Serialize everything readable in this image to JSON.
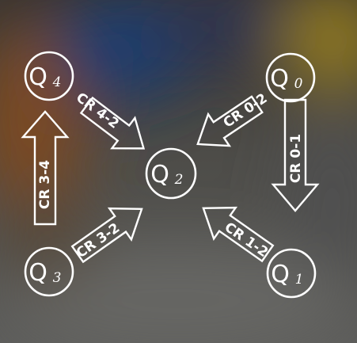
{
  "nodes": [
    {
      "id": "Q4",
      "main": "Q",
      "sub": "4"
    },
    {
      "id": "Q0",
      "main": "Q",
      "sub": "0"
    },
    {
      "id": "Q2",
      "main": "Q",
      "sub": "2"
    },
    {
      "id": "Q3",
      "main": "Q",
      "sub": "3"
    },
    {
      "id": "Q1",
      "main": "Q",
      "sub": "1"
    }
  ],
  "arrows": [
    {
      "from": "Q4",
      "to": "Q2",
      "label": "CR 4-2"
    },
    {
      "from": "Q0",
      "to": "Q2",
      "label": "CR 0-2"
    },
    {
      "from": "Q0",
      "to": "Q1",
      "label": "CR 0-1"
    },
    {
      "from": "Q3",
      "to": "Q4",
      "label": "CR 3-4"
    },
    {
      "from": "Q3",
      "to": "Q2",
      "label": "CR 3-2"
    },
    {
      "from": "Q1",
      "to": "Q2",
      "label": "CR 1-2"
    }
  ],
  "colors": {
    "stroke": "#ffffff"
  }
}
